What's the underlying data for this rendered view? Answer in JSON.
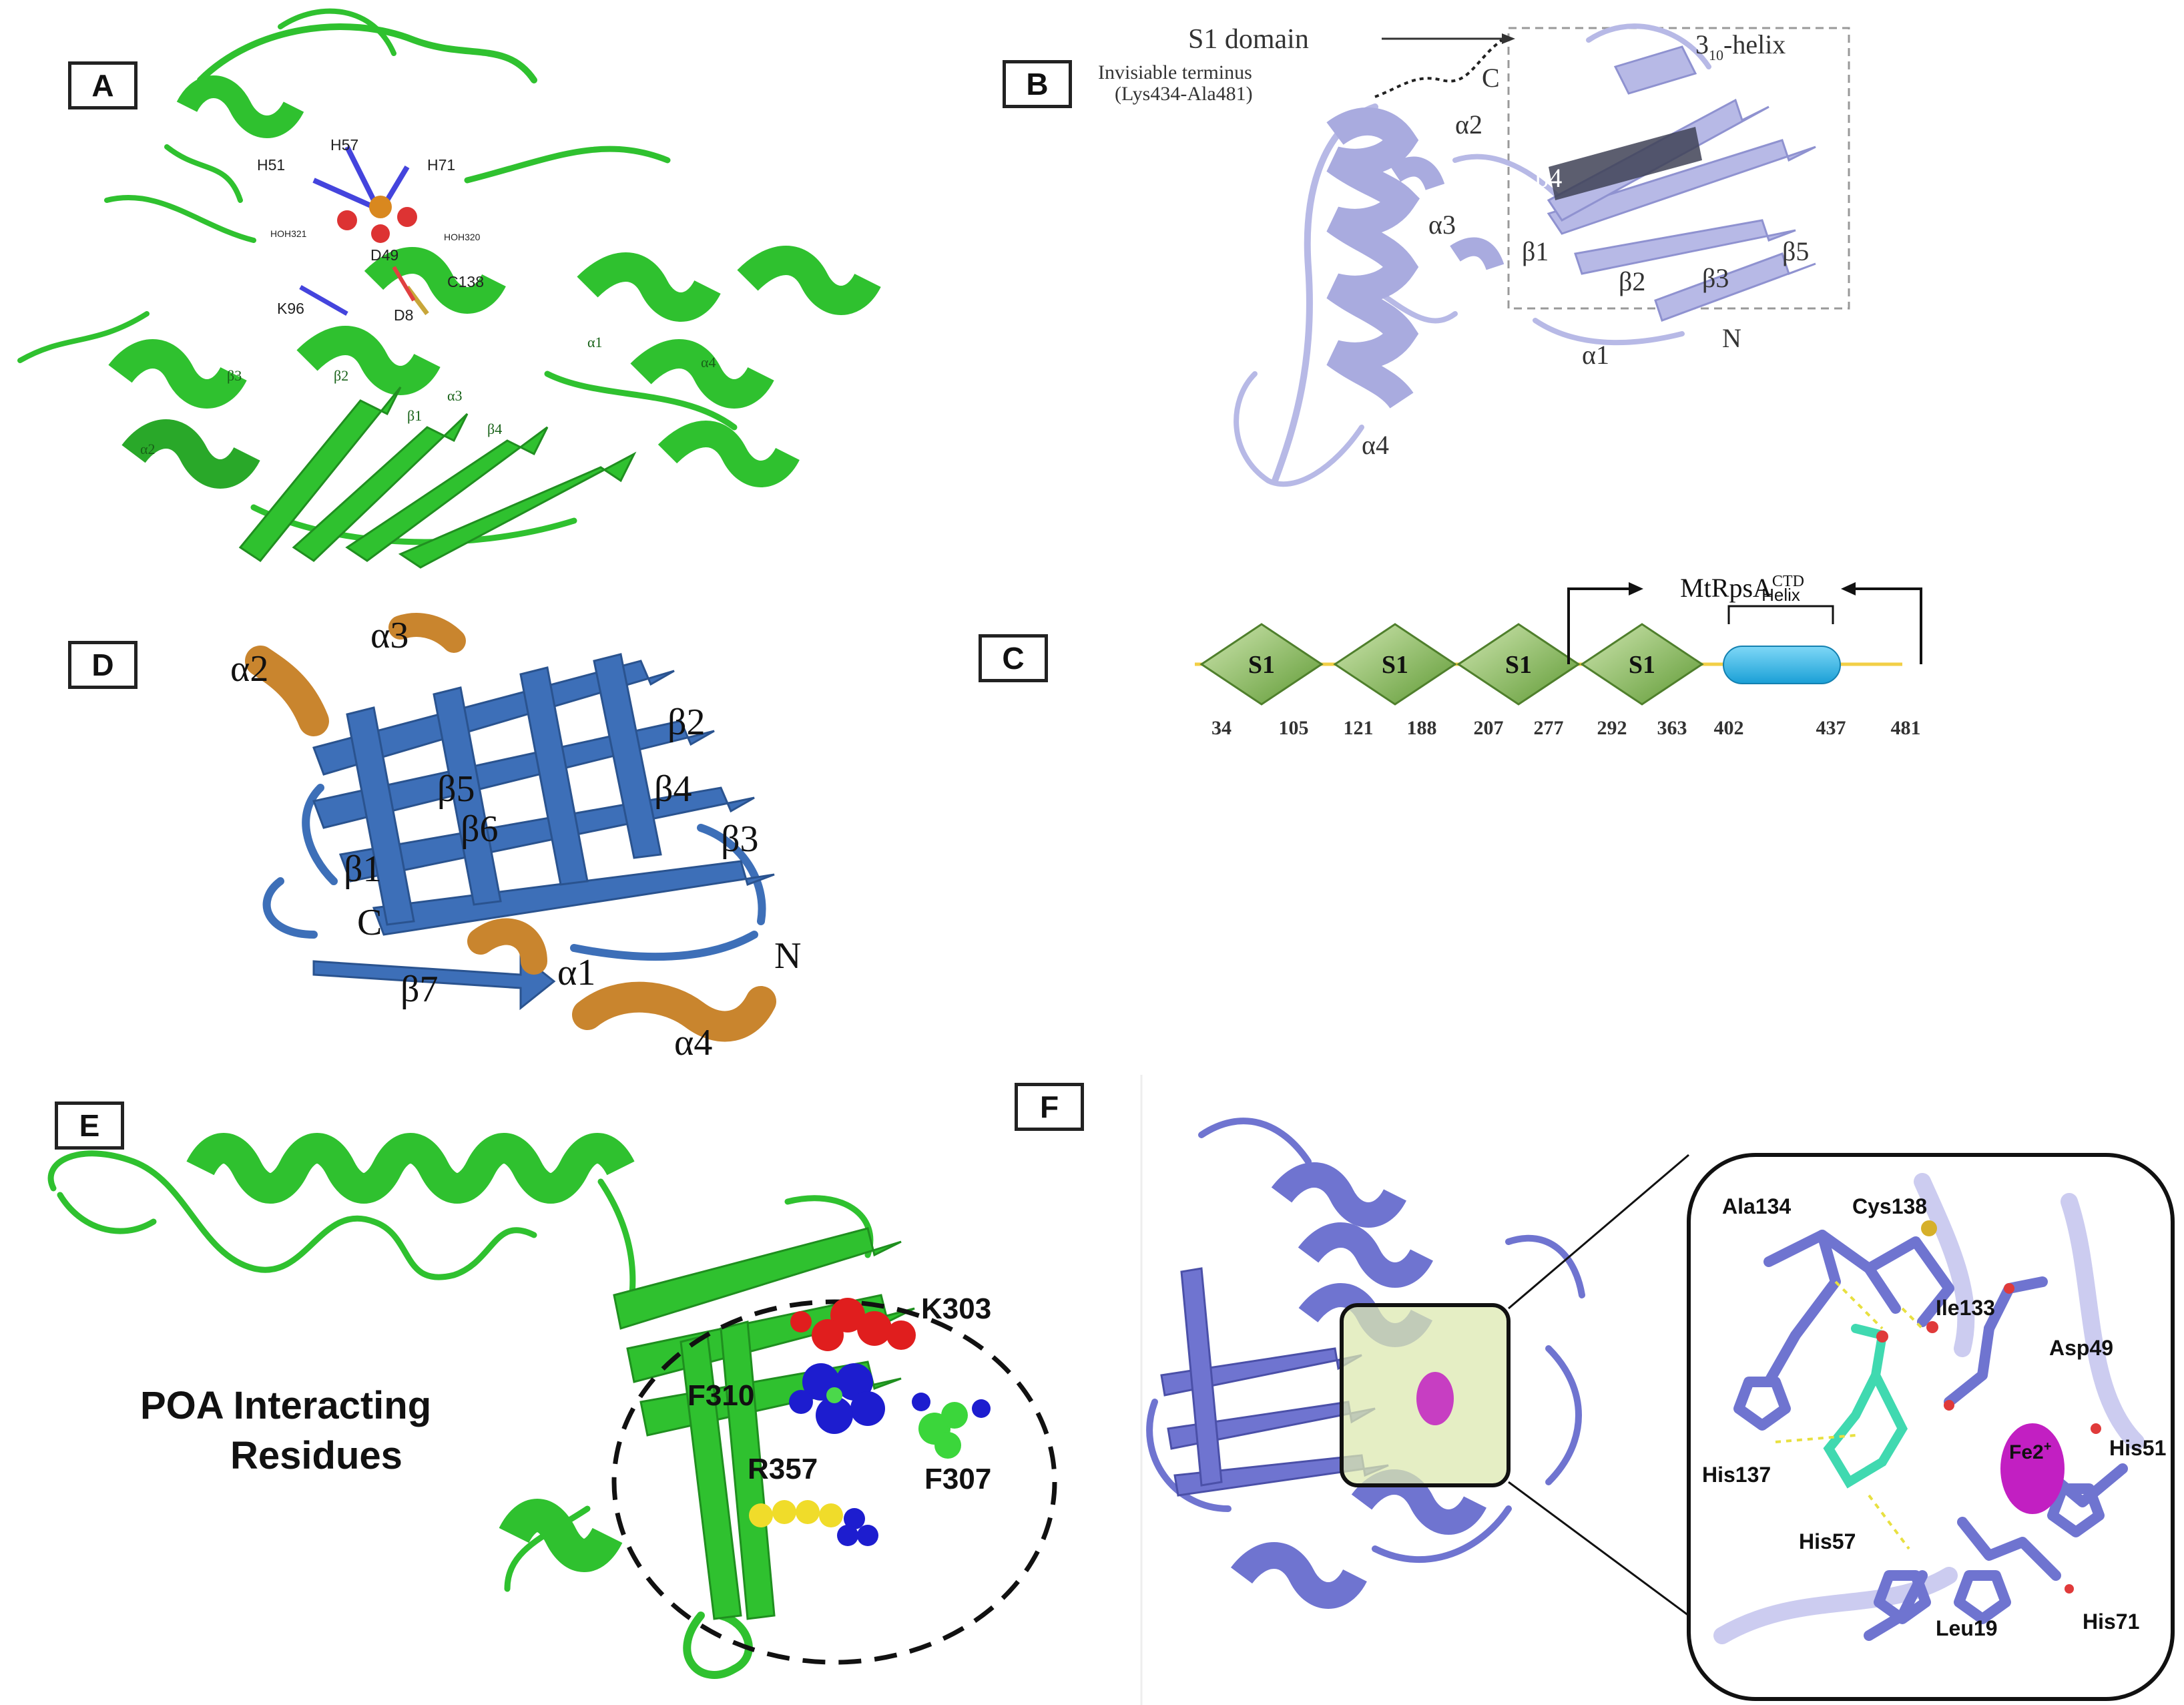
{
  "panels": {
    "A": {
      "label": "A",
      "residues": [
        "H51",
        "H57",
        "H71",
        "D49",
        "K96",
        "C138",
        "D8",
        "HOH321",
        "HOH320"
      ],
      "elements": [
        "α1",
        "α2",
        "α3",
        "α4",
        "β1",
        "β2",
        "β3",
        "β4"
      ]
    },
    "B": {
      "label": "B",
      "s1_domain": "S1 domain",
      "invisible_terminus": "Invisiable terminus",
      "invisible_range": "(Lys434-Ala481)",
      "helix310_main": "3",
      "helix310_sub": "10",
      "helix310_rest": "-helix",
      "c_term": "C",
      "n_term": "N",
      "elements": [
        "α1",
        "α2",
        "α3",
        "α4",
        "β1",
        "β2",
        "β3",
        "β4",
        "β5"
      ]
    },
    "C": {
      "label": "C",
      "domain_label": "S1",
      "ctd_main": "MtRpsA",
      "ctd_sup": "CTD",
      "helix_label": "Helix",
      "positions": [
        "34",
        "105",
        "121",
        "188",
        "207",
        "277",
        "292",
        "363",
        "402",
        "437",
        "481"
      ]
    },
    "D": {
      "label": "D",
      "elements": [
        "α1",
        "α2",
        "α3",
        "α4",
        "β1",
        "β2",
        "β3",
        "β4",
        "β5",
        "β6",
        "β7"
      ],
      "c_term": "C",
      "n_term": "N"
    },
    "E": {
      "label": "E",
      "title_line1": "POA Interacting",
      "title_line2": "Residues",
      "residues": [
        "K303",
        "F310",
        "F307",
        "R357"
      ]
    },
    "F": {
      "label": "F",
      "residues": [
        "Ala134",
        "Cys138",
        "Ile133",
        "Asp49",
        "His137",
        "His51",
        "His57",
        "Leu19",
        "His71"
      ],
      "ion_main": "Fe2",
      "ion_sup": "+"
    }
  },
  "colors": {
    "green_ribbon": "#2fc12f",
    "lavender_ribbon": "#b7b9e6",
    "blue_ribbon": "#3d6fb8",
    "orange_helix": "#c9852e",
    "slate_ribbon": "#6f74d0",
    "fe_ion": "#c21fc2",
    "s1_box": "#8fbf5f",
    "helix_pill": "#29b8e8",
    "linker": "#f2cf46"
  }
}
